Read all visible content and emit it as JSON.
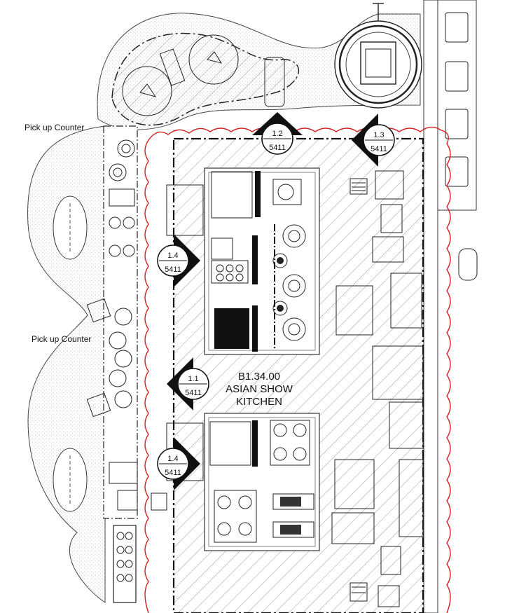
{
  "room": {
    "number": "B1.34.00",
    "name_line1": "ASIAN SHOW",
    "name_line2": "KITCHEN"
  },
  "counters": {
    "top": "Pick up Counter",
    "middle": "Pick up Counter"
  },
  "section_markers": [
    {
      "id": "1.2",
      "sheet": "5411"
    },
    {
      "id": "1.3",
      "sheet": "5411"
    },
    {
      "id": "1.4",
      "sheet": "5411"
    },
    {
      "id": "1.1",
      "sheet": "5411"
    },
    {
      "id": "1.4",
      "sheet": "5411"
    }
  ],
  "colors": {
    "line": "#111111",
    "hatch": "#9a9a9a",
    "boundary": "#d42020",
    "stipple": "#cfcfcf"
  }
}
